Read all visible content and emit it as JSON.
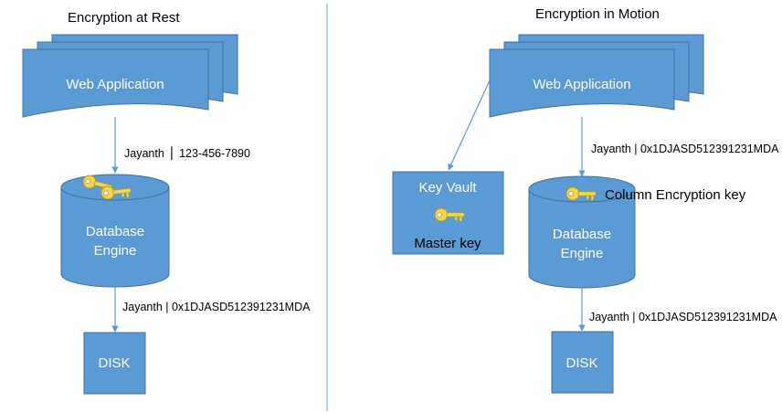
{
  "colors": {
    "shape_fill": "#5b9bd5",
    "shape_stroke": "#41719c",
    "arrow": "#5b9bd5",
    "divider": "#9dc3e6",
    "key_fill": "#f2d64b",
    "key_stroke": "#b89a1c"
  },
  "icons": [
    "key-icon"
  ],
  "left": {
    "title": "Encryption at Rest",
    "web_app": "Web Application",
    "flow_1": "Jayanth  ⎪ 123-456-7890",
    "db_line1": "Database",
    "db_line2": "Engine",
    "flow_2": "Jayanth | 0x1DJASD512391231MDA",
    "disk": "DISK"
  },
  "right": {
    "title": "Encryption in Motion",
    "web_app": "Web Application",
    "key_vault": "Key Vault",
    "master_key": "Master key",
    "flow_1": "Jayanth | 0x1DJASD512391231MDA",
    "column_key": "Column Encryption key",
    "db_line1": "Database",
    "db_line2": "Engine",
    "flow_2": "Jayanth | 0x1DJASD512391231MDA",
    "disk": "DISK"
  }
}
